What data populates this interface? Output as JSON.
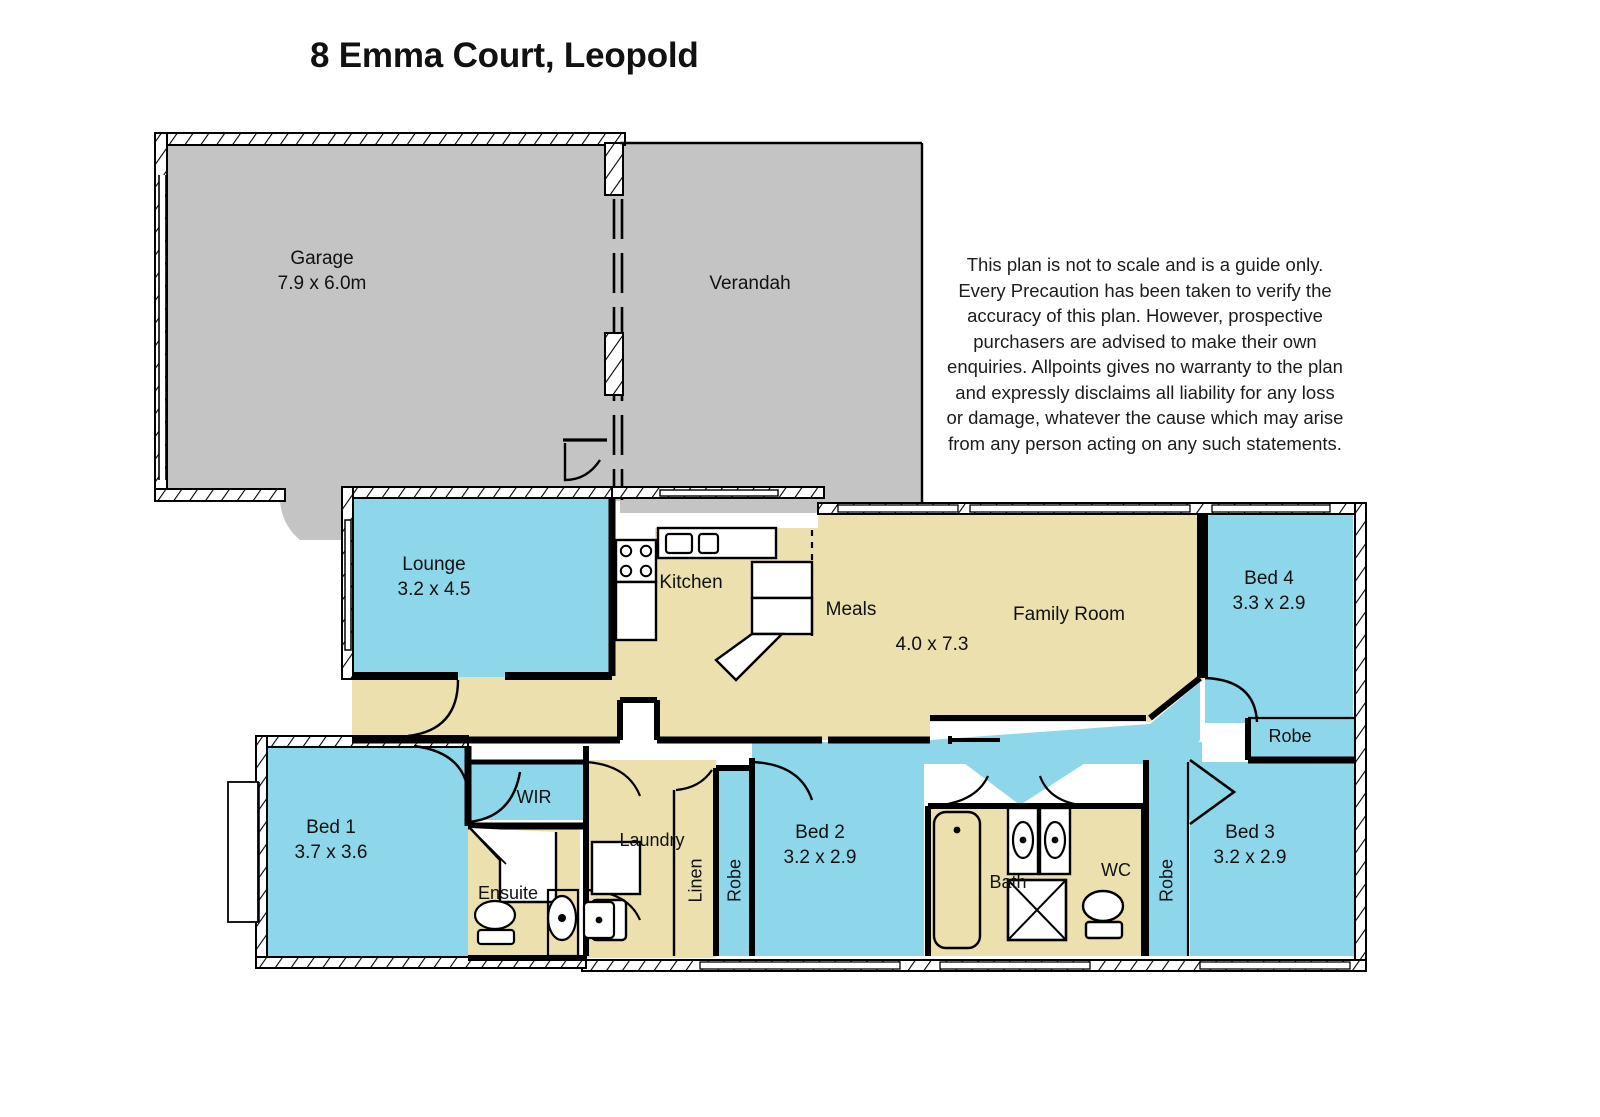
{
  "title": "8 Emma Court, Leopold",
  "disclaimer": "This plan is not to scale and is a guide only.  Every Precaution has been taken to verify the accuracy of this plan.  However, prospective purchasers are advised to make their own enquiries.  Allpoints gives no warranty to the plan and expressly disclaims all liability for any loss or damage, whatever the cause which may arise from any person acting on any such statements.",
  "colors": {
    "bedroom_fill": "#8ED6E9",
    "living_fill": "#EBE0AE",
    "outdoor_fill": "#C4C4C4",
    "wall_stroke": "#000000",
    "fixture_fill": "#FFFFFF",
    "page_background": "#FFFFFF",
    "text": "#111111"
  },
  "rooms": [
    {
      "key": "garage",
      "name": "Garage",
      "dimensions": "7.9 x 6.0m",
      "type": "outdoor"
    },
    {
      "key": "verandah",
      "name": "Verandah",
      "dimensions": "",
      "type": "outdoor"
    },
    {
      "key": "lounge",
      "name": "Lounge",
      "dimensions": "3.2 x 4.5",
      "type": "bedroom"
    },
    {
      "key": "kitchen",
      "name": "Kitchen",
      "dimensions": "",
      "type": "living"
    },
    {
      "key": "meals",
      "name": "Meals",
      "dimensions": "4.0 x 7.3",
      "type": "living"
    },
    {
      "key": "family_room",
      "name": "Family Room",
      "dimensions": "",
      "type": "living"
    },
    {
      "key": "bed4",
      "name": "Bed 4",
      "dimensions": "3.3 x 2.9",
      "type": "bedroom"
    },
    {
      "key": "robe_bed4",
      "name": "Robe",
      "dimensions": "",
      "type": "bedroom"
    },
    {
      "key": "bed1",
      "name": "Bed 1",
      "dimensions": "3.7 x 3.6",
      "type": "bedroom"
    },
    {
      "key": "wir",
      "name": "WIR",
      "dimensions": "",
      "type": "bedroom"
    },
    {
      "key": "ensuite",
      "name": "Ensuite",
      "dimensions": "",
      "type": "living"
    },
    {
      "key": "laundry",
      "name": "Laundry",
      "dimensions": "",
      "type": "living"
    },
    {
      "key": "linen",
      "name": "Linen",
      "dimensions": "",
      "type": "living"
    },
    {
      "key": "robe_bed2",
      "name": "Robe",
      "dimensions": "",
      "type": "bedroom"
    },
    {
      "key": "bed2",
      "name": "Bed 2",
      "dimensions": "3.2 x 2.9",
      "type": "bedroom"
    },
    {
      "key": "bath",
      "name": "Bath",
      "dimensions": "",
      "type": "living"
    },
    {
      "key": "wc",
      "name": "WC",
      "dimensions": "",
      "type": "living"
    },
    {
      "key": "robe_bed3",
      "name": "Robe",
      "dimensions": "",
      "type": "bedroom"
    },
    {
      "key": "bed3",
      "name": "Bed 3",
      "dimensions": "3.2 x 2.9",
      "type": "bedroom"
    }
  ],
  "labels": {
    "garage_name": "Garage",
    "garage_dim": "7.9 x 6.0m",
    "verandah_name": "Verandah",
    "lounge_name": "Lounge",
    "lounge_dim": "3.2 x 4.5",
    "kitchen_name": "Kitchen",
    "meals_name": "Meals",
    "meals_dim": "4.0 x 7.3",
    "family_name": "Family Room",
    "bed4_name": "Bed 4",
    "bed4_dim": "3.3 x 2.9",
    "robe_bed4": "Robe",
    "bed1_name": "Bed 1",
    "bed1_dim": "3.7 x 3.6",
    "wir_name": "WIR",
    "ensuite_name": "Ensuite",
    "laundry_name": "Laundry",
    "linen_name": "Linen",
    "robe_bed2": "Robe",
    "bed2_name": "Bed 2",
    "bed2_dim": "3.2 x 2.9",
    "bath_name": "Bath",
    "wc_name": "WC",
    "robe_bed3": "Robe",
    "bed3_name": "Bed 3",
    "bed3_dim": "3.2 x 2.9"
  }
}
